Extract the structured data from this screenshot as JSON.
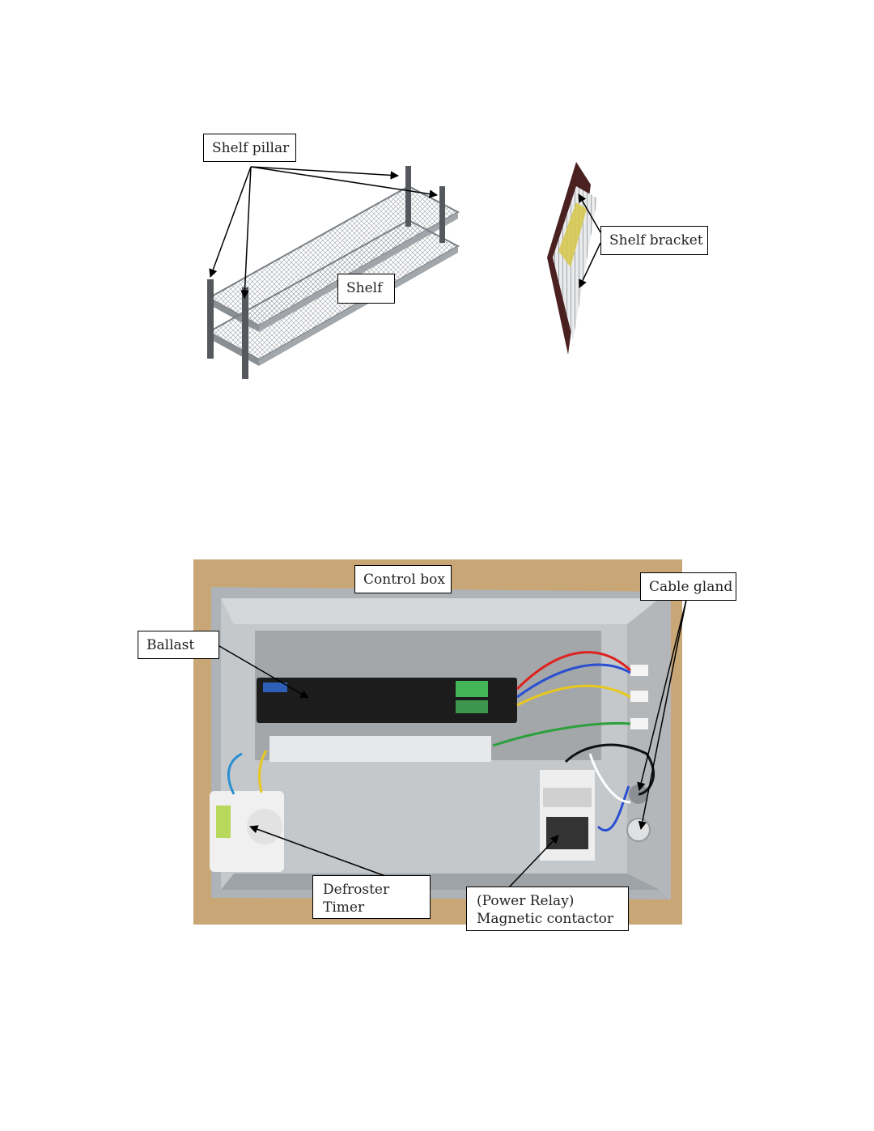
{
  "figure1": {
    "labels": {
      "shelf_pillar": "Shelf pillar",
      "shelf": "Shelf",
      "shelf_bracket": "Shelf bracket"
    }
  },
  "figure2": {
    "labels": {
      "control_box": "Control box",
      "cable_gland": "Cable gland",
      "ballast": "Ballast",
      "defroster_timer_line1": "Defroster",
      "defroster_timer_line2": "Timer",
      "magnetic_contactor_line1": "(Power Relay)",
      "magnetic_contactor_line2": "Magnetic contactor"
    }
  },
  "colors": {
    "photo_background": "#c9a676",
    "box_metal": "#c4c8cb",
    "ballast_body": "#1c1c1c",
    "pillar": "#55585c",
    "bracket_panel": "#4a2020"
  }
}
